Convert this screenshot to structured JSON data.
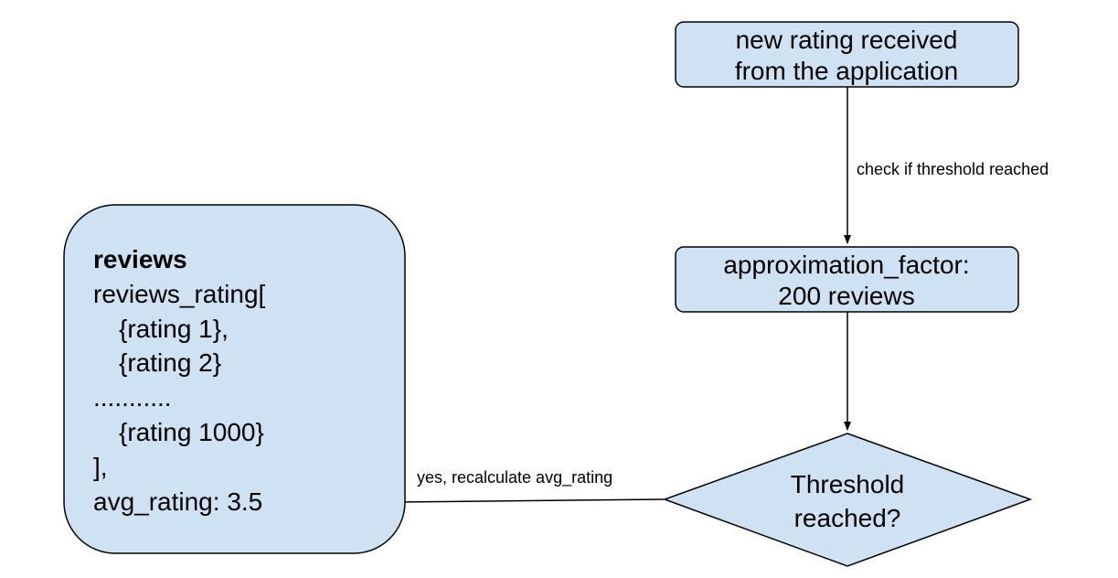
{
  "colors": {
    "node_fill": "#cfe2f3",
    "stroke": "#000000",
    "background": "#ffffff"
  },
  "nodes": {
    "new_rating": {
      "lines": [
        "new rating received",
        "from the application"
      ]
    },
    "approximation": {
      "lines": [
        "approximation_factor:",
        "200 reviews"
      ]
    },
    "threshold": {
      "lines": [
        "Threshold",
        "reached?"
      ]
    },
    "reviews_db": {
      "title": "reviews",
      "lines": [
        "reviews_rating[",
        "{rating 1},",
        "{rating 2}",
        "...........",
        "{rating 1000}",
        "],",
        "avg_rating: 3.5"
      ]
    }
  },
  "edges": {
    "check_threshold": {
      "label": "check if threshold reached"
    },
    "to_threshold": {
      "label": ""
    },
    "recalculate": {
      "label": "yes, recalculate avg_rating"
    }
  }
}
